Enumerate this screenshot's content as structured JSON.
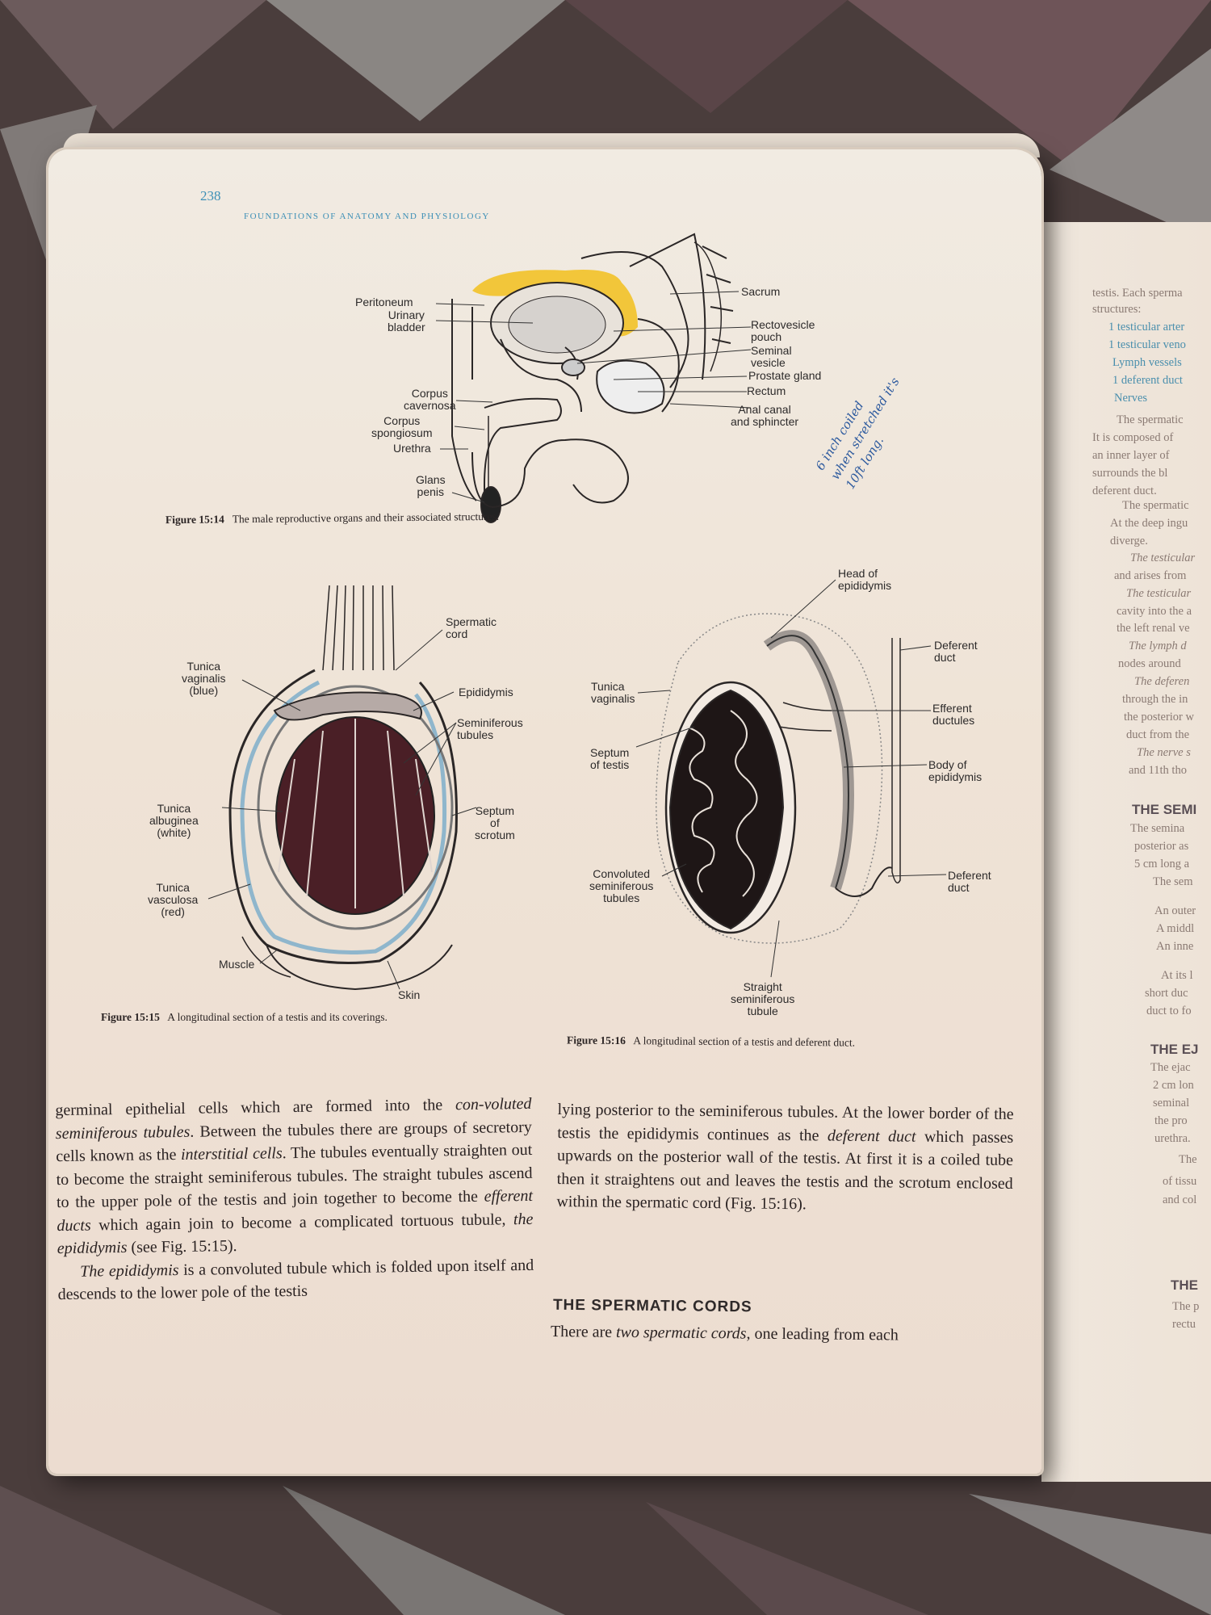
{
  "page": {
    "number": "238",
    "running_head": "FOUNDATIONS OF ANATOMY AND PHYSIOLOGY"
  },
  "figure14": {
    "caption_label": "Figure 15:14",
    "caption_text": "The male reproductive organs and their associated structures.",
    "labels": {
      "peritoneum": "Peritoneum",
      "urinary_bladder": "Urinary\nbladder",
      "corpus_cavernosa": "Corpus\ncavernosa",
      "corpus_spongiosum": "Corpus\nspongiosum",
      "urethra": "Urethra",
      "glans_penis": "Glans\npenis",
      "sacrum": "Sacrum",
      "rectovesicle_pouch": "Rectovesicle\npouch",
      "seminal_vesicle": "Seminal\nvesicle",
      "prostate_gland": "Prostate gland",
      "rectum": "Rectum",
      "anal_canal": "Anal canal\nand sphincter"
    },
    "highlight_color": "#f2c63a"
  },
  "figure15": {
    "caption_label": "Figure 15:15",
    "caption_text": "A longitudinal section of a testis and its coverings.",
    "labels": {
      "spermatic_cord": "Spermatic\ncord",
      "tunica_vaginalis": "Tunica\nvaginalis\n(blue)",
      "epididymis": "Epididymis",
      "seminiferous_tubules": "Seminiferous\ntubules",
      "tunica_albuginea": "Tunica\nalbuginea\n(white)",
      "septum_scrotum": "Septum\nof\nscrotum",
      "tunica_vasculosa": "Tunica\nvasculosa\n(red)",
      "muscle": "Muscle",
      "skin": "Skin"
    }
  },
  "figure16": {
    "caption_label": "Figure 15:16",
    "caption_text": "A longitudinal section of a testis and deferent duct.",
    "labels": {
      "head_epididymis": "Head of\nepididymis",
      "tunica_vaginalis": "Tunica\nvaginalis",
      "deferent_duct_top": "Deferent\nduct",
      "efferent_ductules": "Efferent\nductules",
      "septum_testis": "Septum\nof testis",
      "body_epididymis": "Body of\nepididymis",
      "convoluted": "Convoluted\nseminiferous\ntubules",
      "deferent_duct_bottom": "Deferent\nduct",
      "straight": "Straight\nseminiferous\ntubule"
    },
    "handwriting": "6 inch coiled\nwhen stretched it's\n10ft long."
  },
  "body": {
    "col1_p1": [
      "germinal epithelial cells which are formed into the ",
      "con-voluted seminiferous tubules",
      ". Between the tubules there are groups of secretory cells known as the ",
      "interstitial cells",
      ". The tubules eventually straighten out to become the straight seminiferous tubules. The straight tubules ascend to the upper pole of the testis and join together to become the ",
      "efferent ducts",
      " which again join to become a complicated tortuous tubule, ",
      "the epididymis",
      " (see Fig. 15:15)."
    ],
    "col1_p2": [
      "The epididymis",
      " is a convoluted tubule which is folded upon itself and descends to the lower pole of the testis"
    ],
    "col2_p1": [
      "lying posterior to the seminiferous tubules. At the lower border of the testis the epididymis continues as the ",
      "deferent duct",
      " which passes upwards on the posterior wall of the testis. At first it is a coiled tube then it straightens out and leaves the testis and the scrotum enclosed within the spermatic cord (Fig. 15:16)."
    ],
    "section_heading": "THE SPERMATIC CORDS",
    "col2_p2": [
      "There are ",
      "two spermatic cords",
      ", one leading from each"
    ]
  },
  "right_page": {
    "lines": [
      "testis. Each sperma",
      "structures:",
      "1 testicular arter",
      "1 testicular veno",
      "Lymph vessels",
      "1 deferent duct",
      "Nerves",
      "The spermatic",
      "It is composed of",
      "an inner layer of",
      "surrounds the bl",
      "deferent duct.",
      "The spermatic",
      "At the deep ingu",
      "diverge.",
      "The testicular",
      "and arises from",
      "The testicular",
      "cavity into the a",
      "the left renal ve",
      "The lymph d",
      "nodes around",
      "The deferen",
      "through the in",
      "the posterior w",
      "duct from the",
      "The nerve s",
      "and 11th tho"
    ],
    "heading1": "THE SEMI",
    "lines2": [
      "The semina",
      "posterior as",
      "5 cm long a",
      "The sem",
      "An outer",
      "A middl",
      "An inne",
      "At its l",
      "short duc",
      "duct to fo"
    ],
    "heading2": "THE EJ",
    "lines3": [
      "The ejac",
      "2 cm lon",
      "seminal",
      "the pro",
      "urethra.",
      "The",
      "of tissu",
      "and col"
    ],
    "heading3": "THE",
    "lines4": [
      "The p",
      "rectu"
    ]
  }
}
